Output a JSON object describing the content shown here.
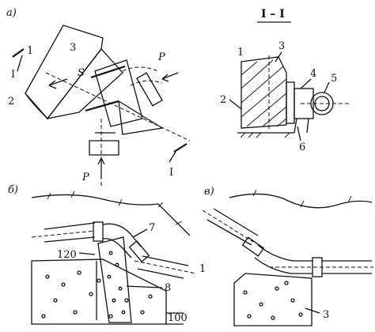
{
  "panel_a": {
    "label": "a)",
    "labels": {
      "num1": "1",
      "num2": "2",
      "num3": "3",
      "section": "I",
      "section_end": "I",
      "S": "S",
      "P_top": "P",
      "P_bottom": "P"
    }
  },
  "section_view": {
    "title": "I – I",
    "labels": {
      "num1": "1",
      "num2": "2",
      "num3": "3",
      "num4": "4",
      "num5": "5",
      "num6": "6"
    }
  },
  "panel_b": {
    "label": "б)",
    "labels": {
      "num7": "7",
      "num8": "8",
      "num1": "1",
      "dim120": "120",
      "dim100": "100"
    }
  },
  "panel_v": {
    "label": "в)",
    "labels": {
      "num3": "3"
    }
  }
}
